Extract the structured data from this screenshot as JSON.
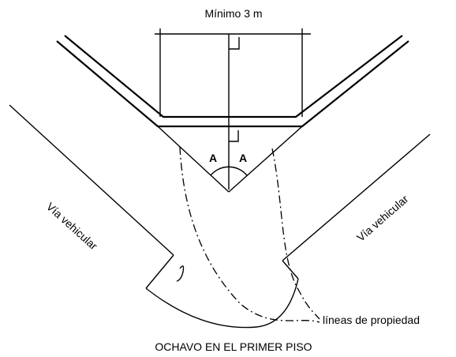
{
  "diagram": {
    "dimension_label": "Mínimo 3 m",
    "angle_label_left": "A",
    "angle_label_right": "A",
    "road_label_left": "Vía vehicular",
    "road_label_right": "Vía vehicular",
    "property_lines_label": "líneas de propiedad",
    "caption": "OCHAVO EN EL PRIMER PISO"
  }
}
